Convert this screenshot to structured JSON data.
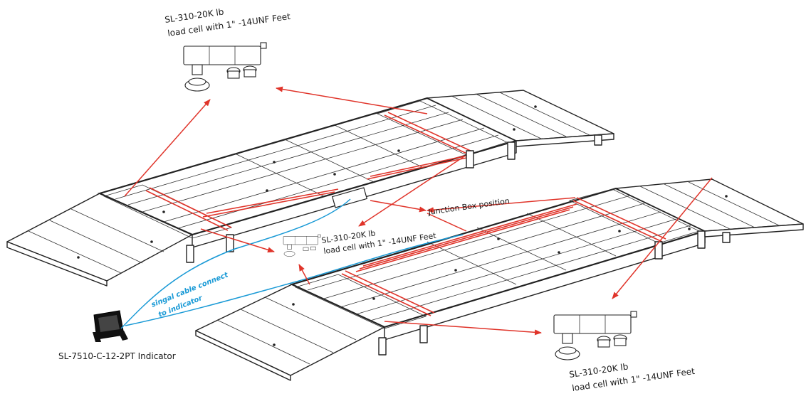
{
  "labels": {
    "load_cell_top": [
      "SL-310-20K lb",
      "load cell with 1\"  -14UNF Feet"
    ],
    "load_cell_middle": [
      "SL-310-20K lb",
      "load cell with 1\"  -14UNF Feet"
    ],
    "load_cell_bottom": [
      "SL-310-20K lb",
      "load cell with 1\"  -14UNF Feet"
    ],
    "junction_box": "Junction Box position",
    "cable": [
      "singal cable connect",
      "to indicator"
    ],
    "indicator": "SL-7510-C-12-2PT Indicator"
  },
  "colors": {
    "arrow": "#e0342a",
    "cable": "#1a9ad6",
    "outline": "#222222"
  },
  "icons": {
    "load_cell": "load-cell-icon",
    "indicator": "indicator-icon"
  }
}
